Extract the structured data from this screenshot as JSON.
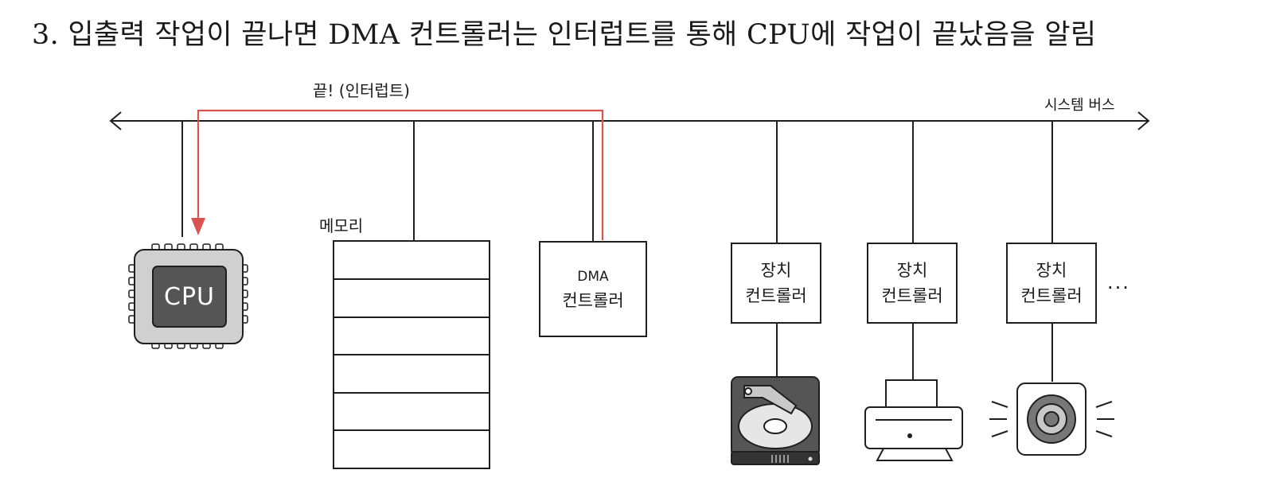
{
  "title": "3. 입출력 작업이 끝나면 DMA 컨트롤러는 인터럽트를 통해 CPU에 작업이 끝났음을 알림",
  "bus_label": "시스템 버스",
  "interrupt_label": "끝! (인터럽트)",
  "cpu_label": "CPU",
  "memory_label": "메모리",
  "dma": {
    "line1": "DMA",
    "line2": "컨트롤러"
  },
  "device_controllers": [
    {
      "line1": "장치",
      "line2": "컨트롤러",
      "device": "hard-disk"
    },
    {
      "line1": "장치",
      "line2": "컨트롤러",
      "device": "printer"
    },
    {
      "line1": "장치",
      "line2": "컨트롤러",
      "device": "speaker"
    }
  ],
  "ellipsis": "···",
  "colors": {
    "interrupt": "#d9534f",
    "line": "#1f1f1f",
    "cpu_chip": "#d0d0d0",
    "cpu_core": "#555555"
  }
}
